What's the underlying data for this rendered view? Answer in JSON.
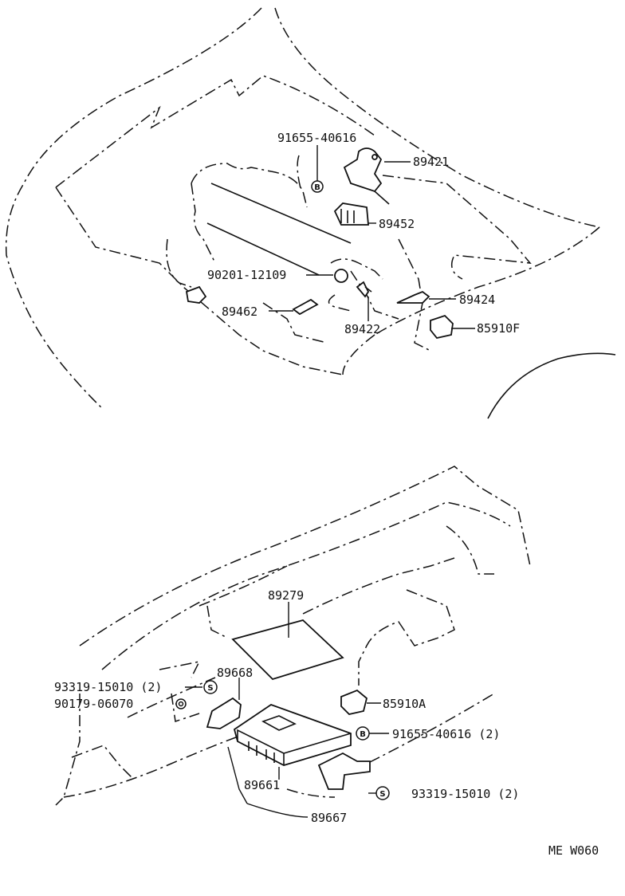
{
  "labels": {
    "p91655_40616": "91655-40616",
    "p89421": "89421",
    "p89452": "89452",
    "p90201_12109": "90201-12109",
    "p89424": "89424",
    "p89462": "89462",
    "p89422": "89422",
    "p85910F": "85910F",
    "p89279": "89279",
    "p93319_15010_2a": "93319-15010 (2)",
    "p89668": "89668",
    "p90179_06070": "90179-06070",
    "p85910A": "85910A",
    "p91655_40616_2": "91655-40616 (2)",
    "p89661": "89661",
    "p93319_15010_2b": "93319-15010 (2)",
    "p89667": "89667"
  },
  "symbols": {
    "bolt": "B",
    "screw": "S"
  },
  "figure_code": "ME W060"
}
